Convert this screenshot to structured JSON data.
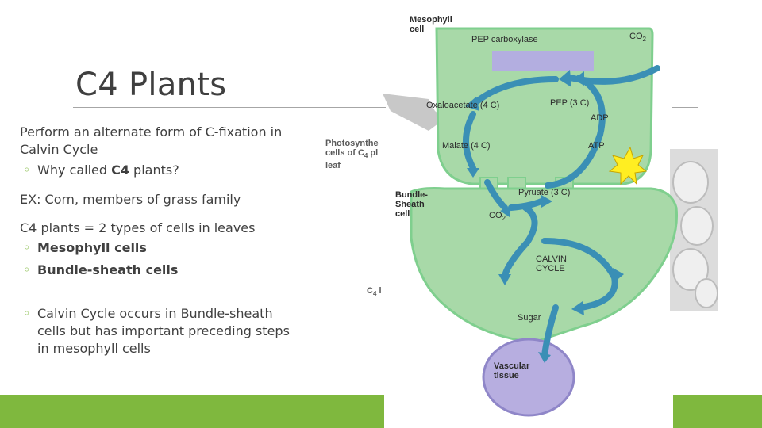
{
  "slide": {
    "title": "C4 Plants",
    "line1": "Perform an alternate form of C-fixation in",
    "line2": "Calvin Cycle",
    "why_pre": "Why called ",
    "why_bold": "C4",
    "why_post": " plants?",
    "example": "EX: Corn, members of grass family",
    "two_types": "C4 plants = 2 types of cells in leaves",
    "mesophyll": "Mesophyll cells",
    "bundle": "Bundle-sheath cells",
    "calvin_1": "Calvin Cycle occurs in Bundle-sheath",
    "calvin_2": "cells but has important preceding steps",
    "calvin_3": "in mesophyll cells",
    "bullet_symbol": "◦"
  },
  "diagram": {
    "mesophyll_1": "Mesophyll",
    "mesophyll_2": "cell",
    "pep_carboxylase": "PEP carboxylase",
    "co2_top": "CO",
    "co2_sub": "2",
    "oxaloacetate": "Oxaloacetate (4 C)",
    "pep": "PEP (3 C)",
    "adp": "ADP",
    "atp": "ATP",
    "malate": "Malate (4 C)",
    "photosynth_1": "Photosynthe",
    "photosynth_2": "cells of C",
    "photosynth_2_sub": "4",
    "photosynth_2_tail": " pl",
    "photosynth_3": "leaf",
    "bundle_1": "Bundle-",
    "bundle_2": "Sheath",
    "bundle_3": "cell",
    "pyruvate": "Pyruate (3 C)",
    "co2_mid": "CO",
    "co2_mid_sub": "2",
    "calvin_1": "CALVIN",
    "calvin_2": "CYCLE",
    "c4_label": "C",
    "c4_label_sub": "4",
    "c4_label_tail": " l",
    "sugar": "Sugar",
    "vascular_1": "Vascular",
    "vascular_2": "tissue"
  },
  "colors": {
    "accent": "#7fb83e",
    "cell_fill": "#a8d9a8",
    "cell_stroke": "#6cc27a",
    "arrow": "#3a8fb5",
    "vascular": "#b7aee0",
    "enzyme_bar": "#b3aee0",
    "star": "#ffee22"
  }
}
